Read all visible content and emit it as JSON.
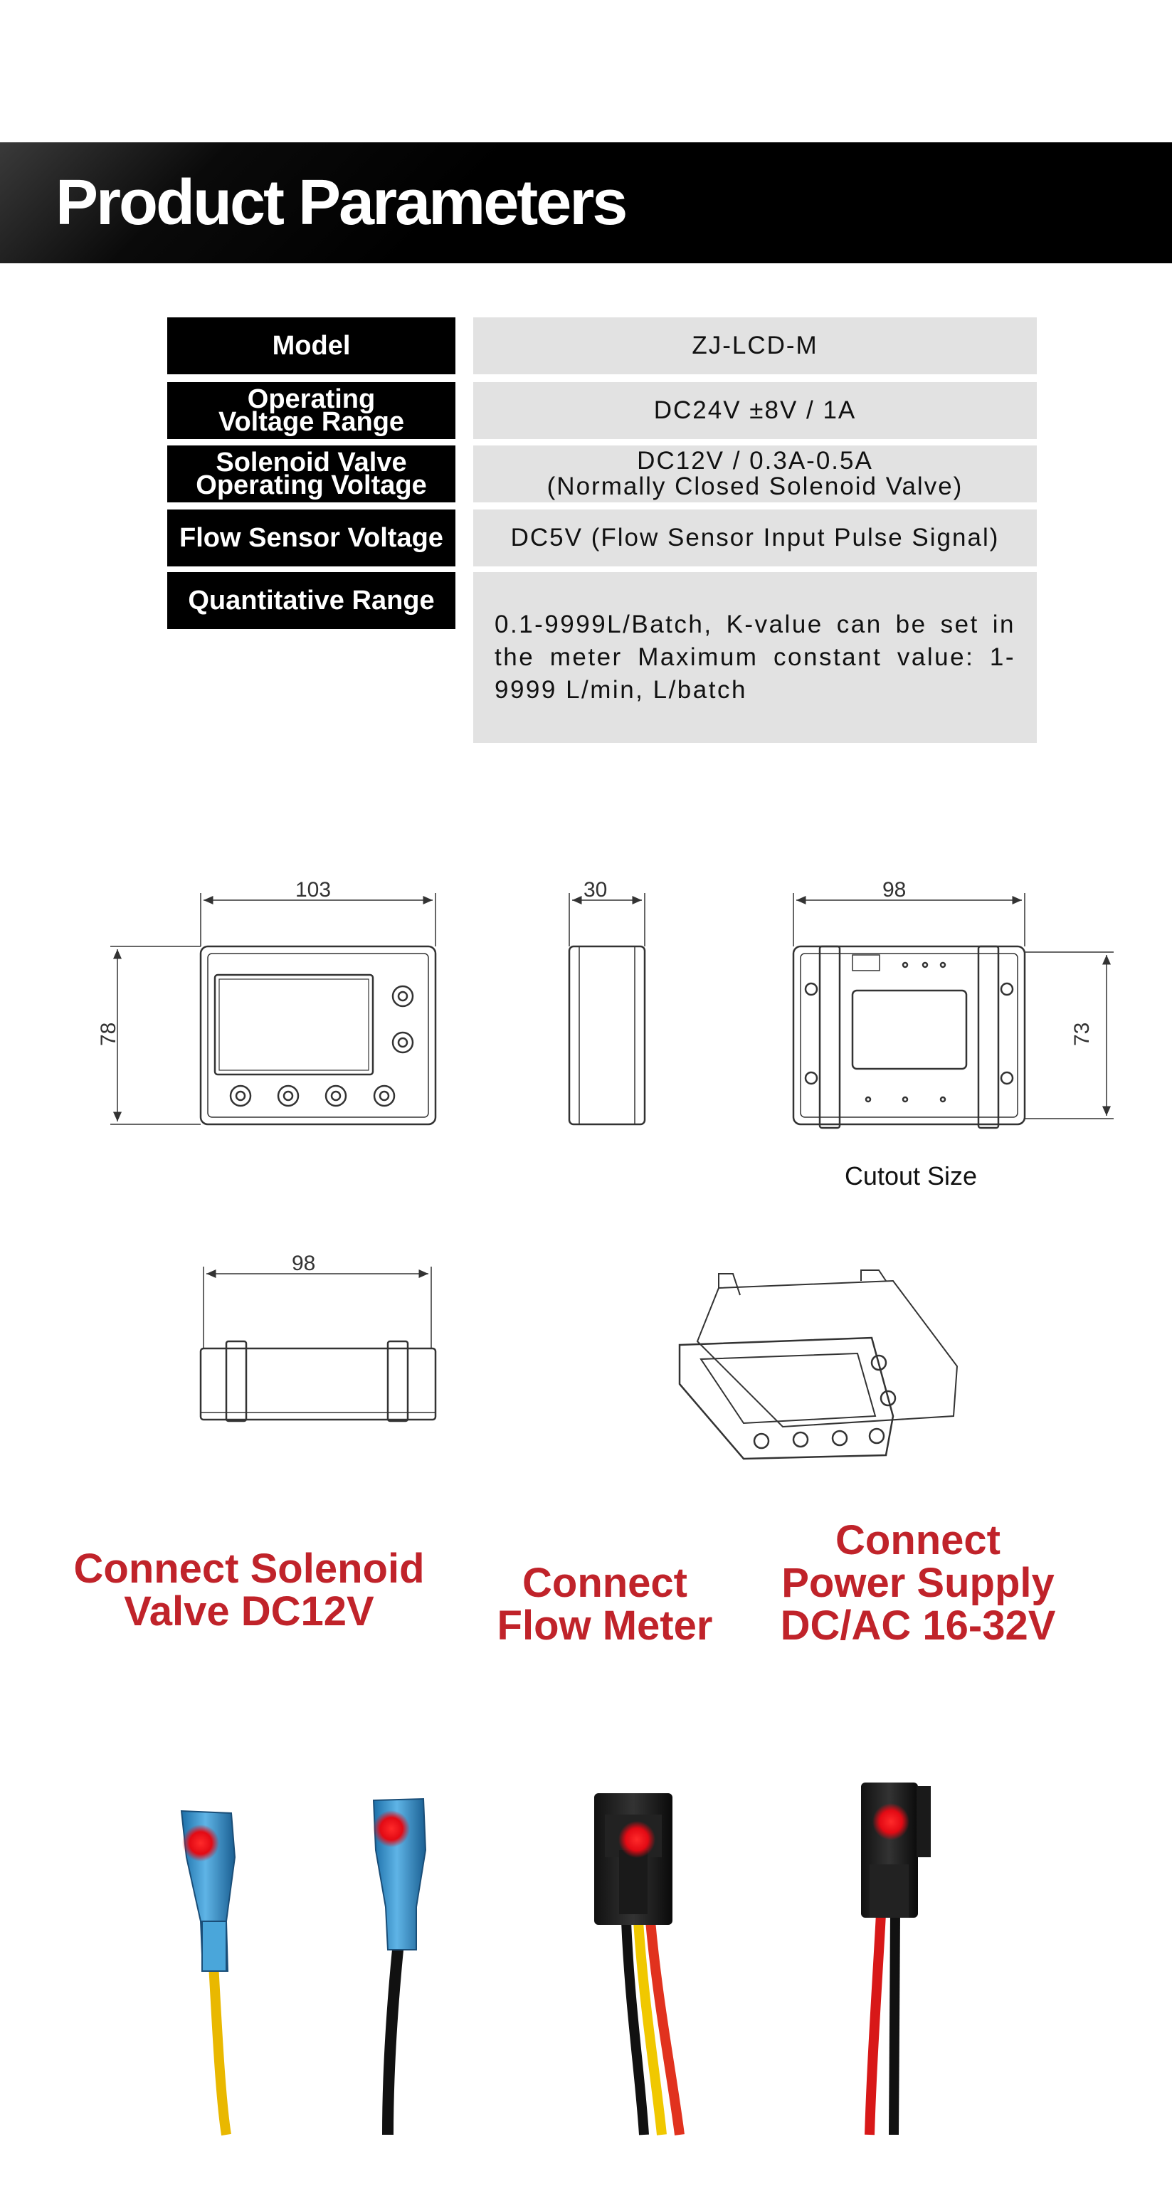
{
  "banner": {
    "title": "Product Parameters"
  },
  "params": [
    {
      "label": "Model",
      "value": "ZJ-LCD-M"
    },
    {
      "label": "Operating\nVoltage Range",
      "value": "DC24V ±8V / 1A"
    },
    {
      "label": "Solenoid Valve\nOperating Voltage",
      "value": "DC12V / 0.3A-0.5A\n(Normally Closed Solenoid Valve)"
    },
    {
      "label": "Flow Sensor Voltage",
      "value": "DC5V (Flow Sensor Input Pulse Signal)"
    },
    {
      "label": "Quantitative Range",
      "value": "0.1-9999L/Batch, K-value can be set in the meter Maximum constant value: 1-9999 L/min, L/batch"
    }
  ],
  "dimensions": {
    "front_width": "103",
    "front_height": "78",
    "side_depth": "30",
    "back_width": "98",
    "back_height": "73",
    "bottom_width": "98",
    "cutout_label": "Cutout Size"
  },
  "connections": {
    "solenoid": "Connect Solenoid\nValve DC12V",
    "flow_meter": "Connect\nFlow Meter",
    "power": "Connect\nPower Supply\nDC/AC 16-32V"
  },
  "colors": {
    "banner_bg": "#000000",
    "label_bg": "#000000",
    "value_bg": "#e2e2e2",
    "accent_red": "#c0232a"
  }
}
